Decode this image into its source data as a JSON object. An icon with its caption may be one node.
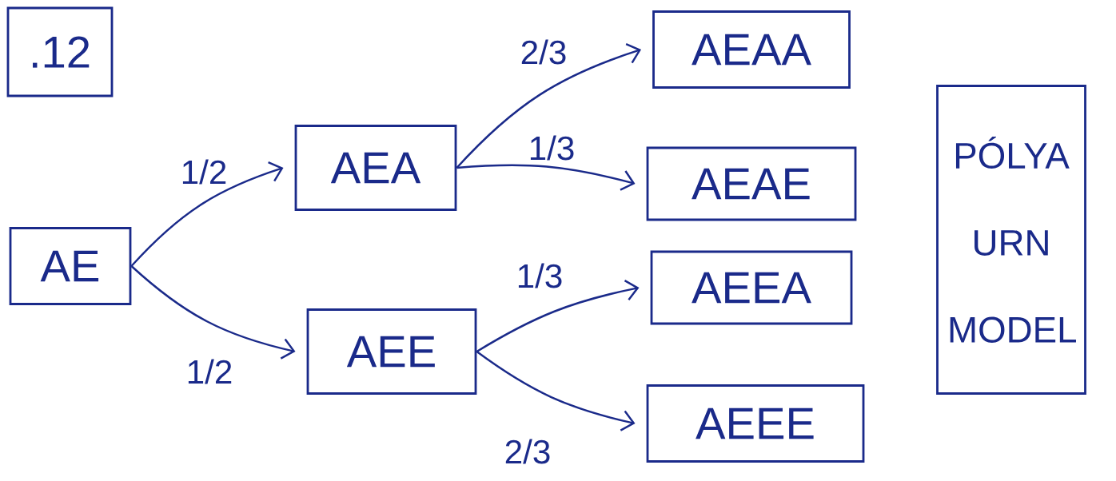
{
  "diagram": {
    "nodes": [
      {
        "text": [
          ".12"
        ]
      },
      {
        "text": [
          "AE"
        ]
      },
      {
        "text": [
          "AEA"
        ]
      },
      {
        "text": [
          "AEE"
        ]
      },
      {
        "text": [
          "AEAA"
        ]
      },
      {
        "text": [
          "AEAE"
        ]
      },
      {
        "text": [
          "AEEA"
        ]
      },
      {
        "text": [
          "AEEE"
        ]
      },
      {
        "text": [
          "PÓLYA URN MODEL"
        ]
      }
    ],
    "edges": [
      {
        "from": 1,
        "to": 2,
        "arrow": "to",
        "label": "1/2"
      },
      {
        "from": 1,
        "to": 3,
        "arrow": "to",
        "label": "1/2"
      },
      {
        "from": 2,
        "to": 4,
        "arrow": "to",
        "label": "2/3"
      },
      {
        "from": 2,
        "to": 5,
        "arrow": "to",
        "label": "1/3"
      },
      {
        "from": 3,
        "to": 6,
        "arrow": "to",
        "label": "1/3"
      },
      {
        "from": 3,
        "to": 7,
        "arrow": "to",
        "label": "2/3"
      }
    ]
  }
}
